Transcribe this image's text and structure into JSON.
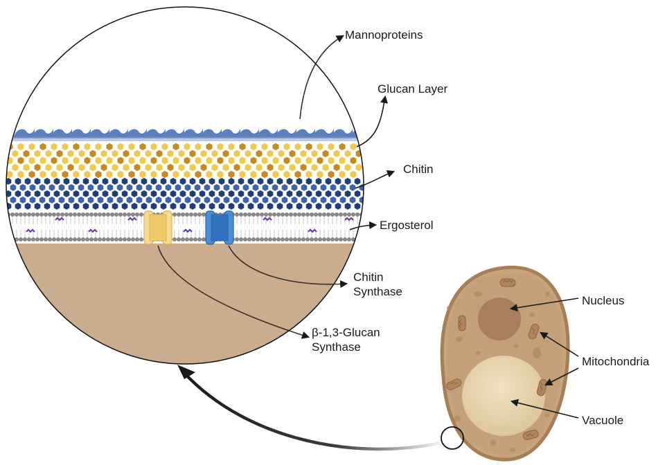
{
  "labels": {
    "mannoproteins": "Mannoproteins",
    "glucan_layer": "Glucan Layer",
    "chitin": "Chitin",
    "ergosterol": "Ergosterol",
    "chitin_synthase": [
      "Chitin",
      "Synthase"
    ],
    "glucan_synthase": [
      "β-1,3-Glucan",
      "Synthase"
    ],
    "nucleus": "Nucleus",
    "mitochondria": "Mitochondria",
    "vacuole": "Vacuole"
  },
  "colors": {
    "mannoprotein": "#5b7fbf",
    "glucan_gold": "#f2c94c",
    "glucan_brown": "#c88a1c",
    "chitin_dark": "#1f3f7a",
    "chitin_mid": "#3c64a8",
    "membrane_head": "#8a8585",
    "ergosterol": "#6b3fa0",
    "cytoplasm": "#c9ad8e",
    "glucan_synthase": "#f6d98e",
    "chitin_synthase": "#4a8fd6",
    "cell_body": "#c7a47e",
    "cell_border": "#a77e55",
    "nucleus": "#a97e5f",
    "vacuole": "#e3d0a8",
    "organelle": "#b0845c",
    "arrow": "#1a1a1a"
  }
}
